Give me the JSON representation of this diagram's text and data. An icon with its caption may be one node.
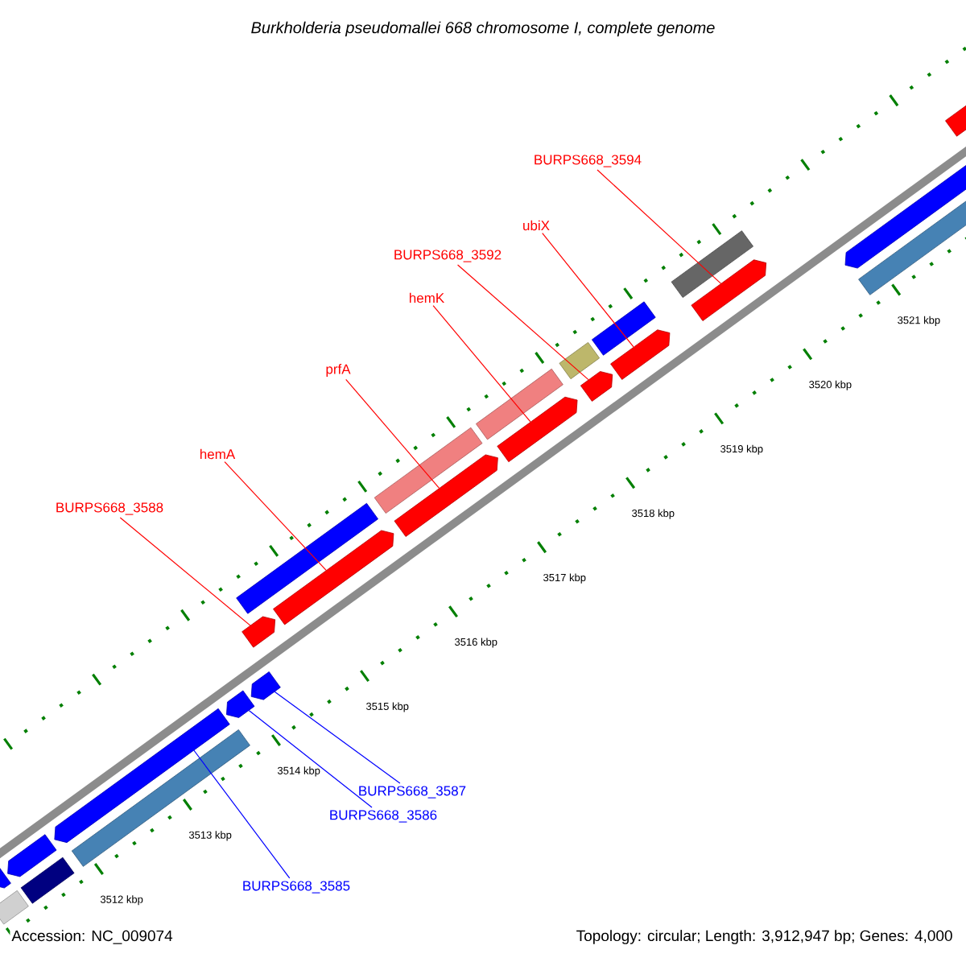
{
  "diagram": {
    "title": "Burkholderia pseudomallei 668 chromosome I, complete genome",
    "nodes": [
      {
        "text": [
          "BURPS668_3594"
        ]
      },
      {
        "text": [
          "ubiX"
        ]
      },
      {
        "text": [
          "BURPS668_3592"
        ]
      },
      {
        "text": [
          "hemK"
        ]
      },
      {
        "text": [
          "prfA"
        ]
      },
      {
        "text": [
          "hemA"
        ]
      },
      {
        "text": [
          "BURPS668_3588"
        ]
      },
      {
        "text": [
          "BURPS668_3587"
        ]
      },
      {
        "text": [
          "BURPS668_3586"
        ]
      },
      {
        "text": [
          "BURPS668_3585"
        ]
      },
      {
        "text": [],
        "shape": "bar"
      },
      {
        "text": [],
        "shape": "bar"
      },
      {
        "text": [],
        "shape": "bar"
      },
      {
        "text": [],
        "shape": "bar"
      },
      {
        "text": [],
        "shape": "bar"
      },
      {
        "text": [],
        "shape": "bar"
      },
      {
        "text": [],
        "shape": "bar"
      },
      {
        "text": [],
        "shape": "bar"
      },
      {
        "text": [],
        "shape": "bar"
      },
      {
        "text": [],
        "shape": "bar"
      },
      {
        "text": [],
        "shape": "bar"
      },
      {
        "text": [],
        "shape": "bar"
      },
      {
        "text": [],
        "shape": "bar"
      },
      {
        "text": [],
        "shape": "bar"
      },
      {
        "text": [],
        "shape": "bar"
      },
      {
        "text": [],
        "shape": "bar"
      },
      {
        "text": [],
        "shape": "bar"
      },
      {
        "text": [],
        "shape": "bar"
      },
      {
        "text": [],
        "shape": "bar"
      },
      {
        "text": [],
        "shape": "bar"
      },
      {
        "text": [],
        "shape": "bar"
      },
      {
        "text": [],
        "shape": "bar"
      },
      {
        "text": [],
        "shape": "bar"
      },
      {
        "text": [],
        "shape": "bar"
      }
    ],
    "edges": [
      {
        "from": 0,
        "to": 30,
        "arrow": "none"
      },
      {
        "from": 1,
        "to": 28,
        "arrow": "none"
      },
      {
        "from": 2,
        "to": 26,
        "arrow": "none"
      },
      {
        "from": 3,
        "to": 24,
        "arrow": "none"
      },
      {
        "from": 4,
        "to": 22,
        "arrow": "none"
      },
      {
        "from": 5,
        "to": 20,
        "arrow": "none"
      },
      {
        "from": 6,
        "to": 17,
        "arrow": "none"
      },
      {
        "from": 7,
        "to": 18,
        "arrow": "none",
        "color": "#0000ff"
      },
      {
        "from": 8,
        "to": 16,
        "arrow": "none",
        "color": "#0000ff"
      },
      {
        "from": 9,
        "to": 14,
        "arrow": "none",
        "color": "#0000ff"
      }
    ],
    "labels": [
      "3521 kbp",
      "3520 kbp",
      "3519 kbp",
      "3518 kbp",
      "3517 kbp",
      "3516 kbp",
      "3515 kbp",
      "3514 kbp",
      "3513 kbp",
      "3512 kbp",
      "Accession: NC_009074",
      "Topology: circular; Length: 3,912,947 bp; Genes: 4,000"
    ]
  }
}
